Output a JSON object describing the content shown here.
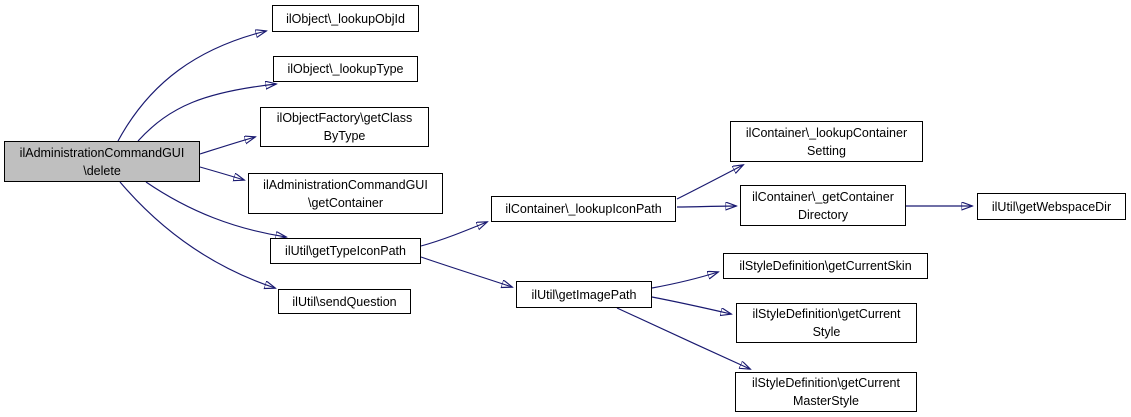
{
  "diagram": {
    "type": "call-graph",
    "background_color": "#ffffff",
    "edge_color": "#191970",
    "node_fill_color": "#ffffff",
    "node_border_color": "#000000",
    "root_node_fill_color": "#bfbfbf"
  },
  "nodes": {
    "delete": {
      "label": "ilAdministrationCommandGUI\\delete",
      "line1": "ilAdministrationCommandGUI",
      "line2": "\\delete",
      "is_root": true
    },
    "lookup_obj_id": {
      "label": "ilObject\\_lookupObjId",
      "line1": "ilObject\\_lookupObjId"
    },
    "lookup_type": {
      "label": "ilObject\\_lookupType",
      "line1": "ilObject\\_lookupType"
    },
    "get_class_by_type": {
      "label": "ilObjectFactory\\getClassByType",
      "line1": "ilObjectFactory\\getClass",
      "line2": "ByType"
    },
    "get_container": {
      "label": "ilAdministrationCommandGUI\\getContainer",
      "line1": "ilAdministrationCommandGUI",
      "line2": "\\getContainer"
    },
    "get_type_icon_path": {
      "label": "ilUtil\\getTypeIconPath",
      "line1": "ilUtil\\getTypeIconPath"
    },
    "send_question": {
      "label": "ilUtil\\sendQuestion",
      "line1": "ilUtil\\sendQuestion"
    },
    "lookup_icon_path": {
      "label": "ilContainer\\_lookupIconPath",
      "line1": "ilContainer\\_lookupIconPath"
    },
    "get_image_path": {
      "label": "ilUtil\\getImagePath",
      "line1": "ilUtil\\getImagePath"
    },
    "lookup_container_setting": {
      "label": "ilContainer\\_lookupContainerSetting",
      "line1": "ilContainer\\_lookupContainer",
      "line2": "Setting"
    },
    "get_container_directory": {
      "label": "ilContainer\\_getContainerDirectory",
      "line1": "ilContainer\\_getContainer",
      "line2": "Directory"
    },
    "get_webspace_dir": {
      "label": "ilUtil\\getWebspaceDir",
      "line1": "ilUtil\\getWebspaceDir"
    },
    "get_current_skin": {
      "label": "ilStyleDefinition\\getCurrentSkin",
      "line1": "ilStyleDefinition\\getCurrentSkin"
    },
    "get_current_style": {
      "label": "ilStyleDefinition\\getCurrentStyle",
      "line1": "ilStyleDefinition\\getCurrent",
      "line2": "Style"
    },
    "get_current_master_style": {
      "label": "ilStyleDefinition\\getCurrentMasterStyle",
      "line1": "ilStyleDefinition\\getCurrent",
      "line2": "MasterStyle"
    }
  },
  "edges": [
    {
      "from": "delete",
      "to": "lookup_obj_id"
    },
    {
      "from": "delete",
      "to": "lookup_type"
    },
    {
      "from": "delete",
      "to": "get_class_by_type"
    },
    {
      "from": "delete",
      "to": "get_container"
    },
    {
      "from": "delete",
      "to": "get_type_icon_path"
    },
    {
      "from": "delete",
      "to": "send_question"
    },
    {
      "from": "get_type_icon_path",
      "to": "lookup_icon_path"
    },
    {
      "from": "get_type_icon_path",
      "to": "get_image_path"
    },
    {
      "from": "lookup_icon_path",
      "to": "lookup_container_setting"
    },
    {
      "from": "lookup_icon_path",
      "to": "get_container_directory"
    },
    {
      "from": "get_container_directory",
      "to": "get_webspace_dir"
    },
    {
      "from": "get_image_path",
      "to": "get_current_skin"
    },
    {
      "from": "get_image_path",
      "to": "get_current_style"
    },
    {
      "from": "get_image_path",
      "to": "get_current_master_style"
    }
  ]
}
